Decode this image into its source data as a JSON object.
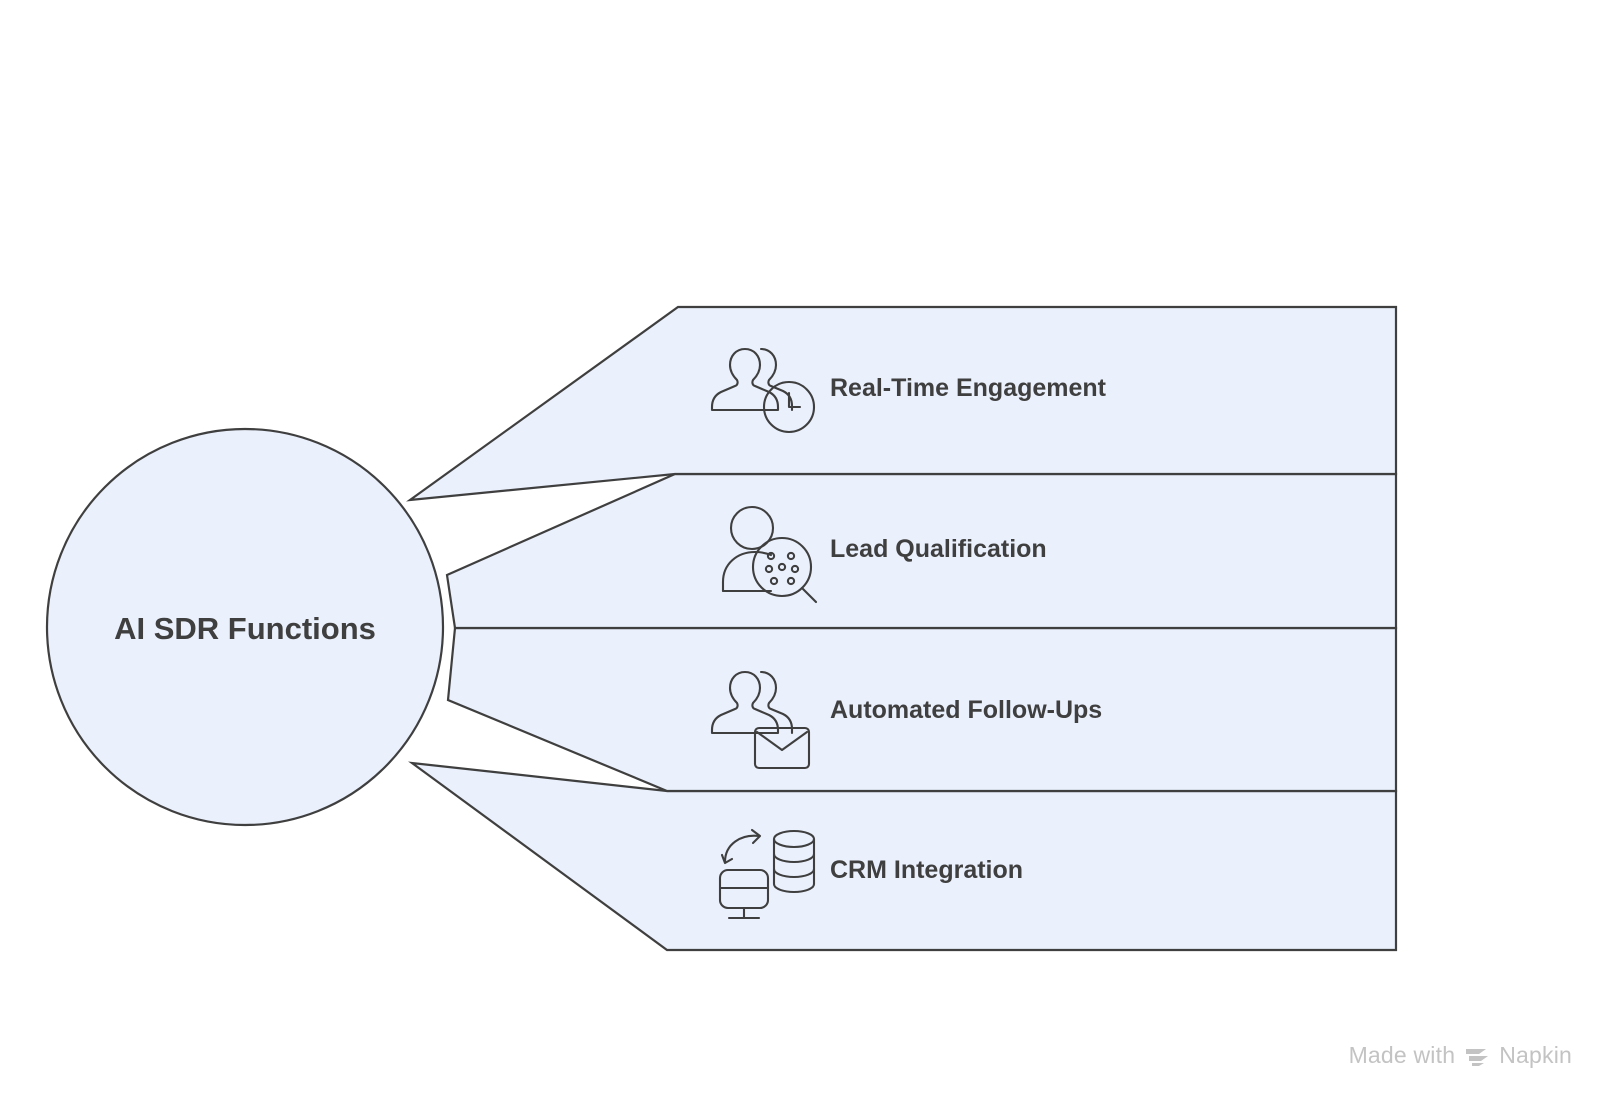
{
  "diagram": {
    "type": "funnel-fan-list",
    "hub": {
      "label": "AI SDR Functions",
      "shape": "circle",
      "fill_color": "#eaf0fc",
      "stroke_color": "#3f3f3f"
    },
    "band_fill_color": "#eaf0fc",
    "band_stroke_color": "#3f3f3f",
    "text_color": "#3f3f3f",
    "background_color": "#ffffff",
    "items": [
      {
        "label": "Real-Time Engagement",
        "icon": "users-clock-icon"
      },
      {
        "label": "Lead Qualification",
        "icon": "person-magnifier-icon"
      },
      {
        "label": "Automated Follow-Ups",
        "icon": "users-envelope-icon"
      },
      {
        "label": "CRM Integration",
        "icon": "monitor-database-sync-icon"
      }
    ]
  },
  "watermark": {
    "prefix": "Made with",
    "brand": "Napkin",
    "color": "#c3c3c3"
  }
}
